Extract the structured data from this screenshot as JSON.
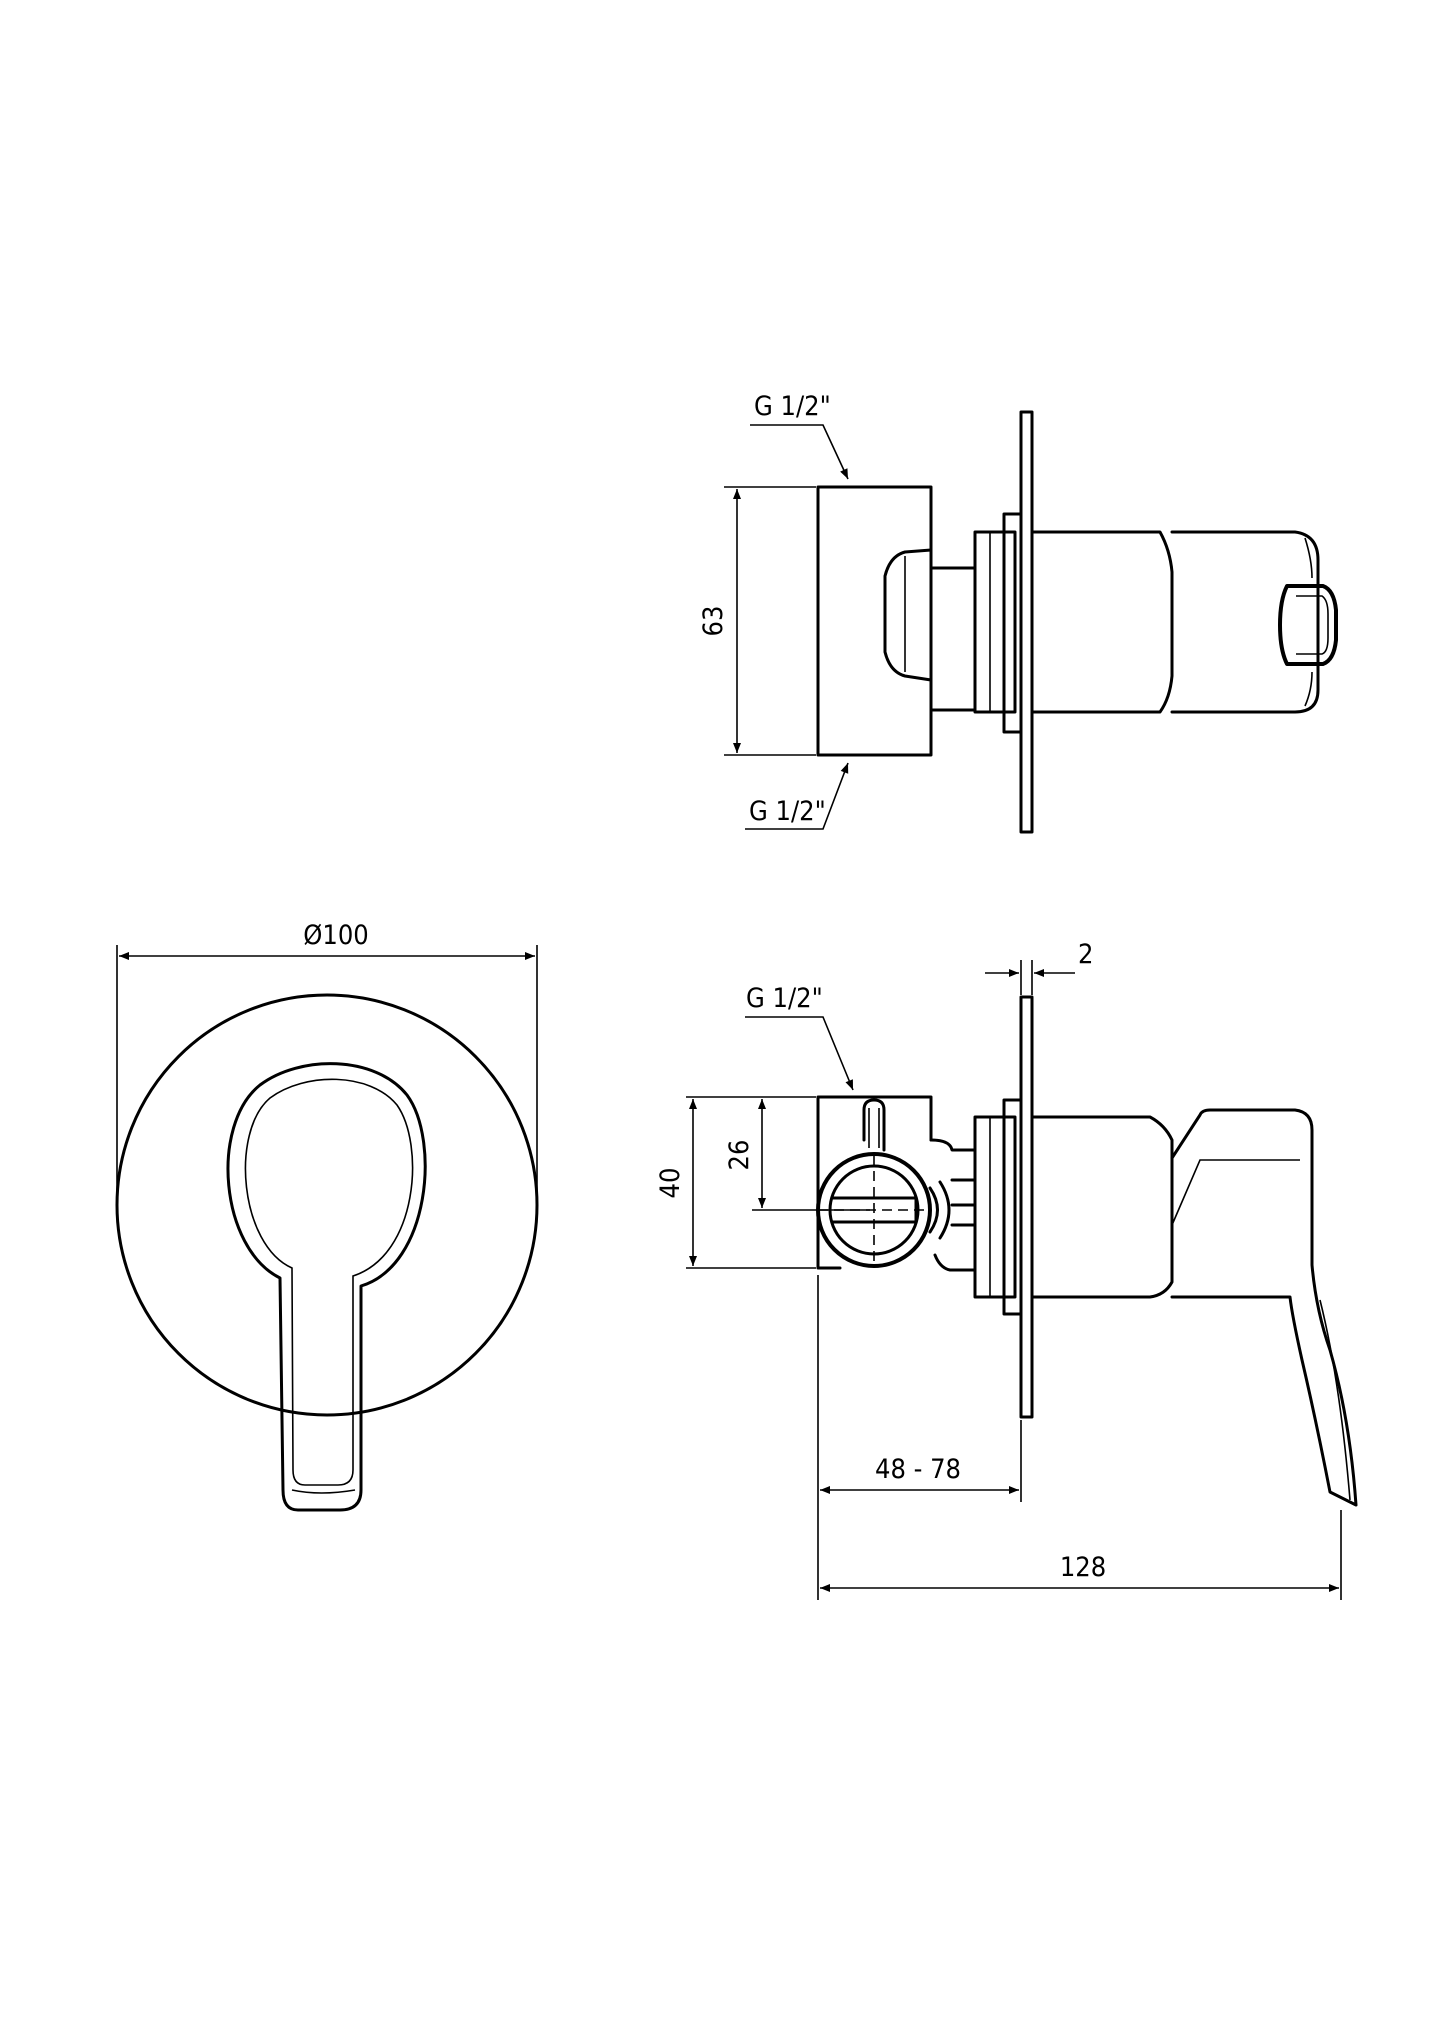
{
  "labels": {
    "top_inlet_upper": "G 1/2\"",
    "top_inlet_lower": "G 1/2\"",
    "side_inlet": "G 1/2\"",
    "height_top_view": "63",
    "rosette_diameter": "Ø100",
    "plate_thickness": "2",
    "height_outer": "40",
    "height_inner": "26",
    "depth_range": "48 - 78",
    "total_depth": "128"
  },
  "colors": {
    "line": "#000000",
    "background": "#ffffff"
  }
}
